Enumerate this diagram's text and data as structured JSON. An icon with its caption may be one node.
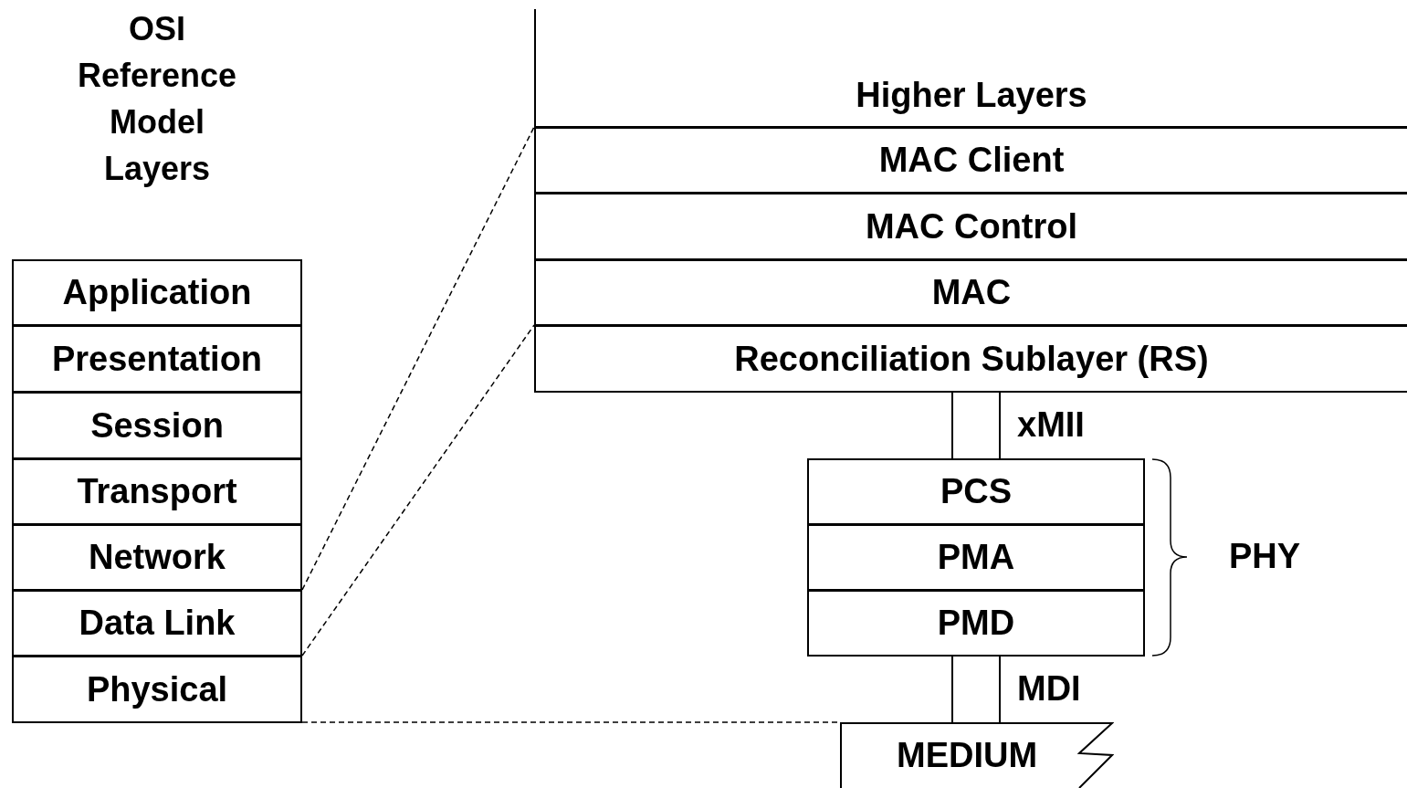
{
  "diagram": {
    "title": "OSI Reference Model Layers",
    "nodes": [
      {
        "text": [
          "Application"
        ]
      },
      {
        "text": [
          "Presentation"
        ]
      },
      {
        "text": [
          "Session"
        ]
      },
      {
        "text": [
          "Transport"
        ]
      },
      {
        "text": [
          "Network"
        ]
      },
      {
        "text": [
          "Data Link"
        ]
      },
      {
        "text": [
          "Physical"
        ]
      },
      {
        "text": [
          "Higher Layers"
        ]
      },
      {
        "text": [
          "MAC Client"
        ]
      },
      {
        "text": [
          "MAC Control"
        ]
      },
      {
        "text": [
          "MAC"
        ]
      },
      {
        "text": [
          "Reconciliation Sublayer (RS)"
        ]
      },
      {
        "text": [],
        "shape": "box",
        "beside": [
          "xMII"
        ]
      },
      {
        "text": [
          "PCS"
        ]
      },
      {
        "text": [
          "PMA"
        ]
      },
      {
        "text": [
          "PMD"
        ]
      },
      {
        "text": [],
        "shape": "box",
        "beside": [
          "MDI"
        ]
      },
      {
        "text": [
          "MEDIUM"
        ]
      }
    ],
    "edges": [
      {
        "from": 5,
        "to": 8,
        "arrow": "none",
        "style": "dashed"
      },
      {
        "from": 5,
        "to": 11,
        "arrow": "none",
        "style": "dashed"
      },
      {
        "from": 6,
        "to": 17,
        "arrow": "none",
        "style": "dashed"
      }
    ],
    "labels": [
      "PHY"
    ]
  }
}
